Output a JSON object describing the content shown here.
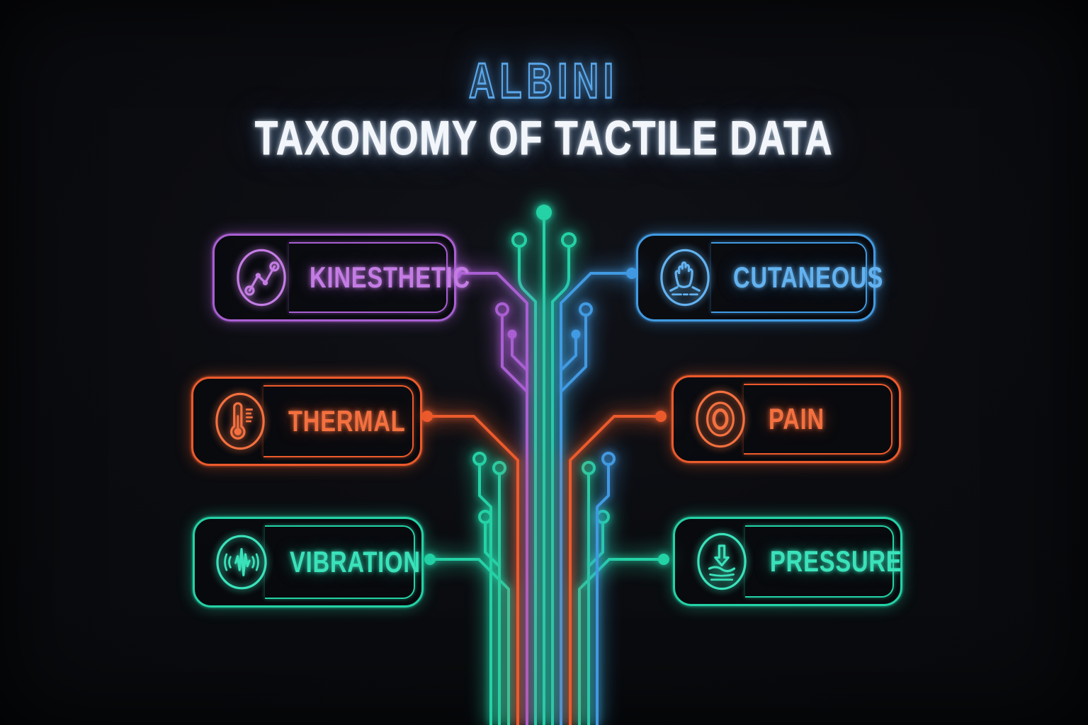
{
  "title": {
    "brand": "ALBINI",
    "heading": "TAXONOMY OF TACTILE DATA"
  },
  "colors": {
    "background": "#0b0c10",
    "brand_outline_blue": "#5aa7ea",
    "heading_white": "#f2f6fb",
    "purple": "#a95fd2",
    "blue": "#419ae2",
    "orange": "#ec5a2c",
    "teal": "#24d2a6"
  },
  "nodes": [
    {
      "label": "KINESTHETIC",
      "icon": "trend-graph-icon",
      "color": "#a95fd2",
      "column": "left",
      "row": "top"
    },
    {
      "label": "CUTANEOUS",
      "icon": "hand-touch-icon",
      "color": "#419ae2",
      "column": "right",
      "row": "top"
    },
    {
      "label": "THERMAL",
      "icon": "thermometer-icon",
      "color": "#ec5a2c",
      "column": "left",
      "row": "middle"
    },
    {
      "label": "PAIN",
      "icon": "radiating-rings-icon",
      "color": "#ec5a2c",
      "column": "right",
      "row": "middle"
    },
    {
      "label": "VIBRATION",
      "icon": "waveform-icon",
      "color": "#24d2a6",
      "column": "left",
      "row": "bottom"
    },
    {
      "label": "PRESSURE",
      "icon": "press-down-icon",
      "color": "#24d2a6",
      "column": "right",
      "row": "bottom"
    }
  ]
}
